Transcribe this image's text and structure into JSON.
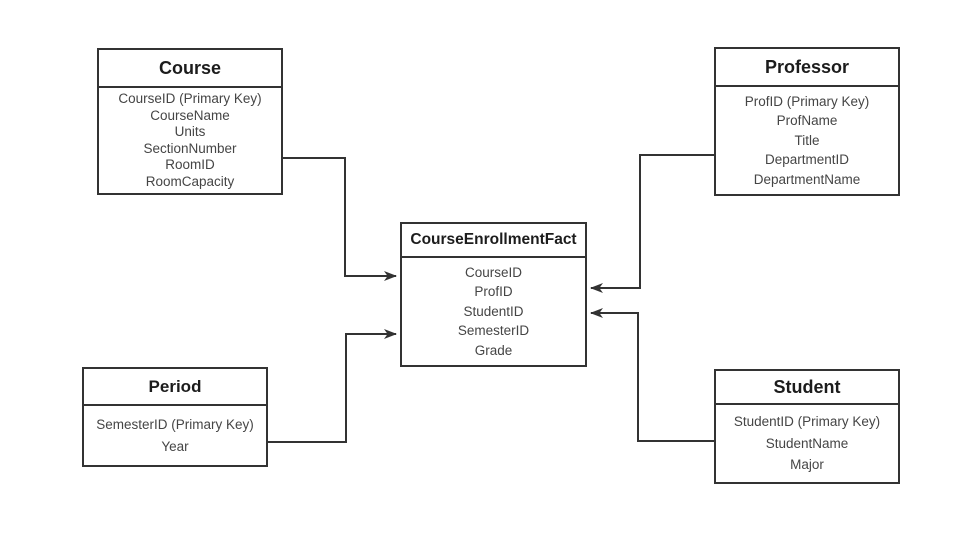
{
  "diagram": {
    "entities": {
      "course": {
        "title": "Course",
        "fields": [
          "CourseID (Primary Key)",
          "CourseName",
          "Units",
          "SectionNumber",
          "RoomID",
          "RoomCapacity"
        ]
      },
      "professor": {
        "title": "Professor",
        "fields": [
          "ProfID (Primary Key)",
          "ProfName",
          "Title",
          "DepartmentID",
          "DepartmentName"
        ]
      },
      "fact": {
        "title": "CourseEnrollmentFact",
        "fields": [
          "CourseID",
          "ProfID",
          "StudentID",
          "SemesterID",
          "Grade"
        ]
      },
      "period": {
        "title": "Period",
        "fields": [
          "SemesterID (Primary Key)",
          "Year"
        ]
      },
      "student": {
        "title": "Student",
        "fields": [
          "StudentID (Primary Key)",
          "StudentName",
          "Major"
        ]
      }
    },
    "relationships": [
      {
        "from": "Course",
        "to": "CourseEnrollmentFact"
      },
      {
        "from": "Period",
        "to": "CourseEnrollmentFact"
      },
      {
        "from": "Professor",
        "to": "CourseEnrollmentFact"
      },
      {
        "from": "Student",
        "to": "CourseEnrollmentFact"
      }
    ],
    "colors": {
      "line": "#333333",
      "title_text": "#1c1c1c",
      "field_text": "#454545",
      "background": "#ffffff"
    }
  }
}
